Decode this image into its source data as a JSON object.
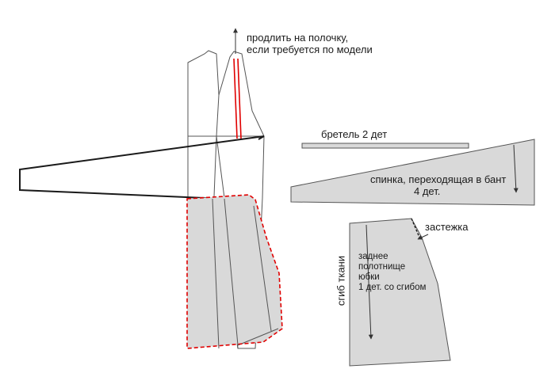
{
  "colors": {
    "fill": "#d9d9d9",
    "outline": "#555555",
    "heavy": "#1a1a1a",
    "accent": "#e00000"
  },
  "notes": {
    "extend_line1": "продлить на полочку,",
    "extend_line2": "если требуется по модели"
  },
  "pieces": {
    "strap": {
      "label": "бретель 2 дет"
    },
    "back_bow": {
      "line1": "спинка, переходящая в бант",
      "line2": "4 дет."
    },
    "skirt_back": {
      "line1": "заднее",
      "line2": "полотнище",
      "line3": "юбки",
      "line4": "1 дет. со сгибом",
      "fold_label": "сгиб ткани",
      "fastener_label": "застежка"
    }
  }
}
